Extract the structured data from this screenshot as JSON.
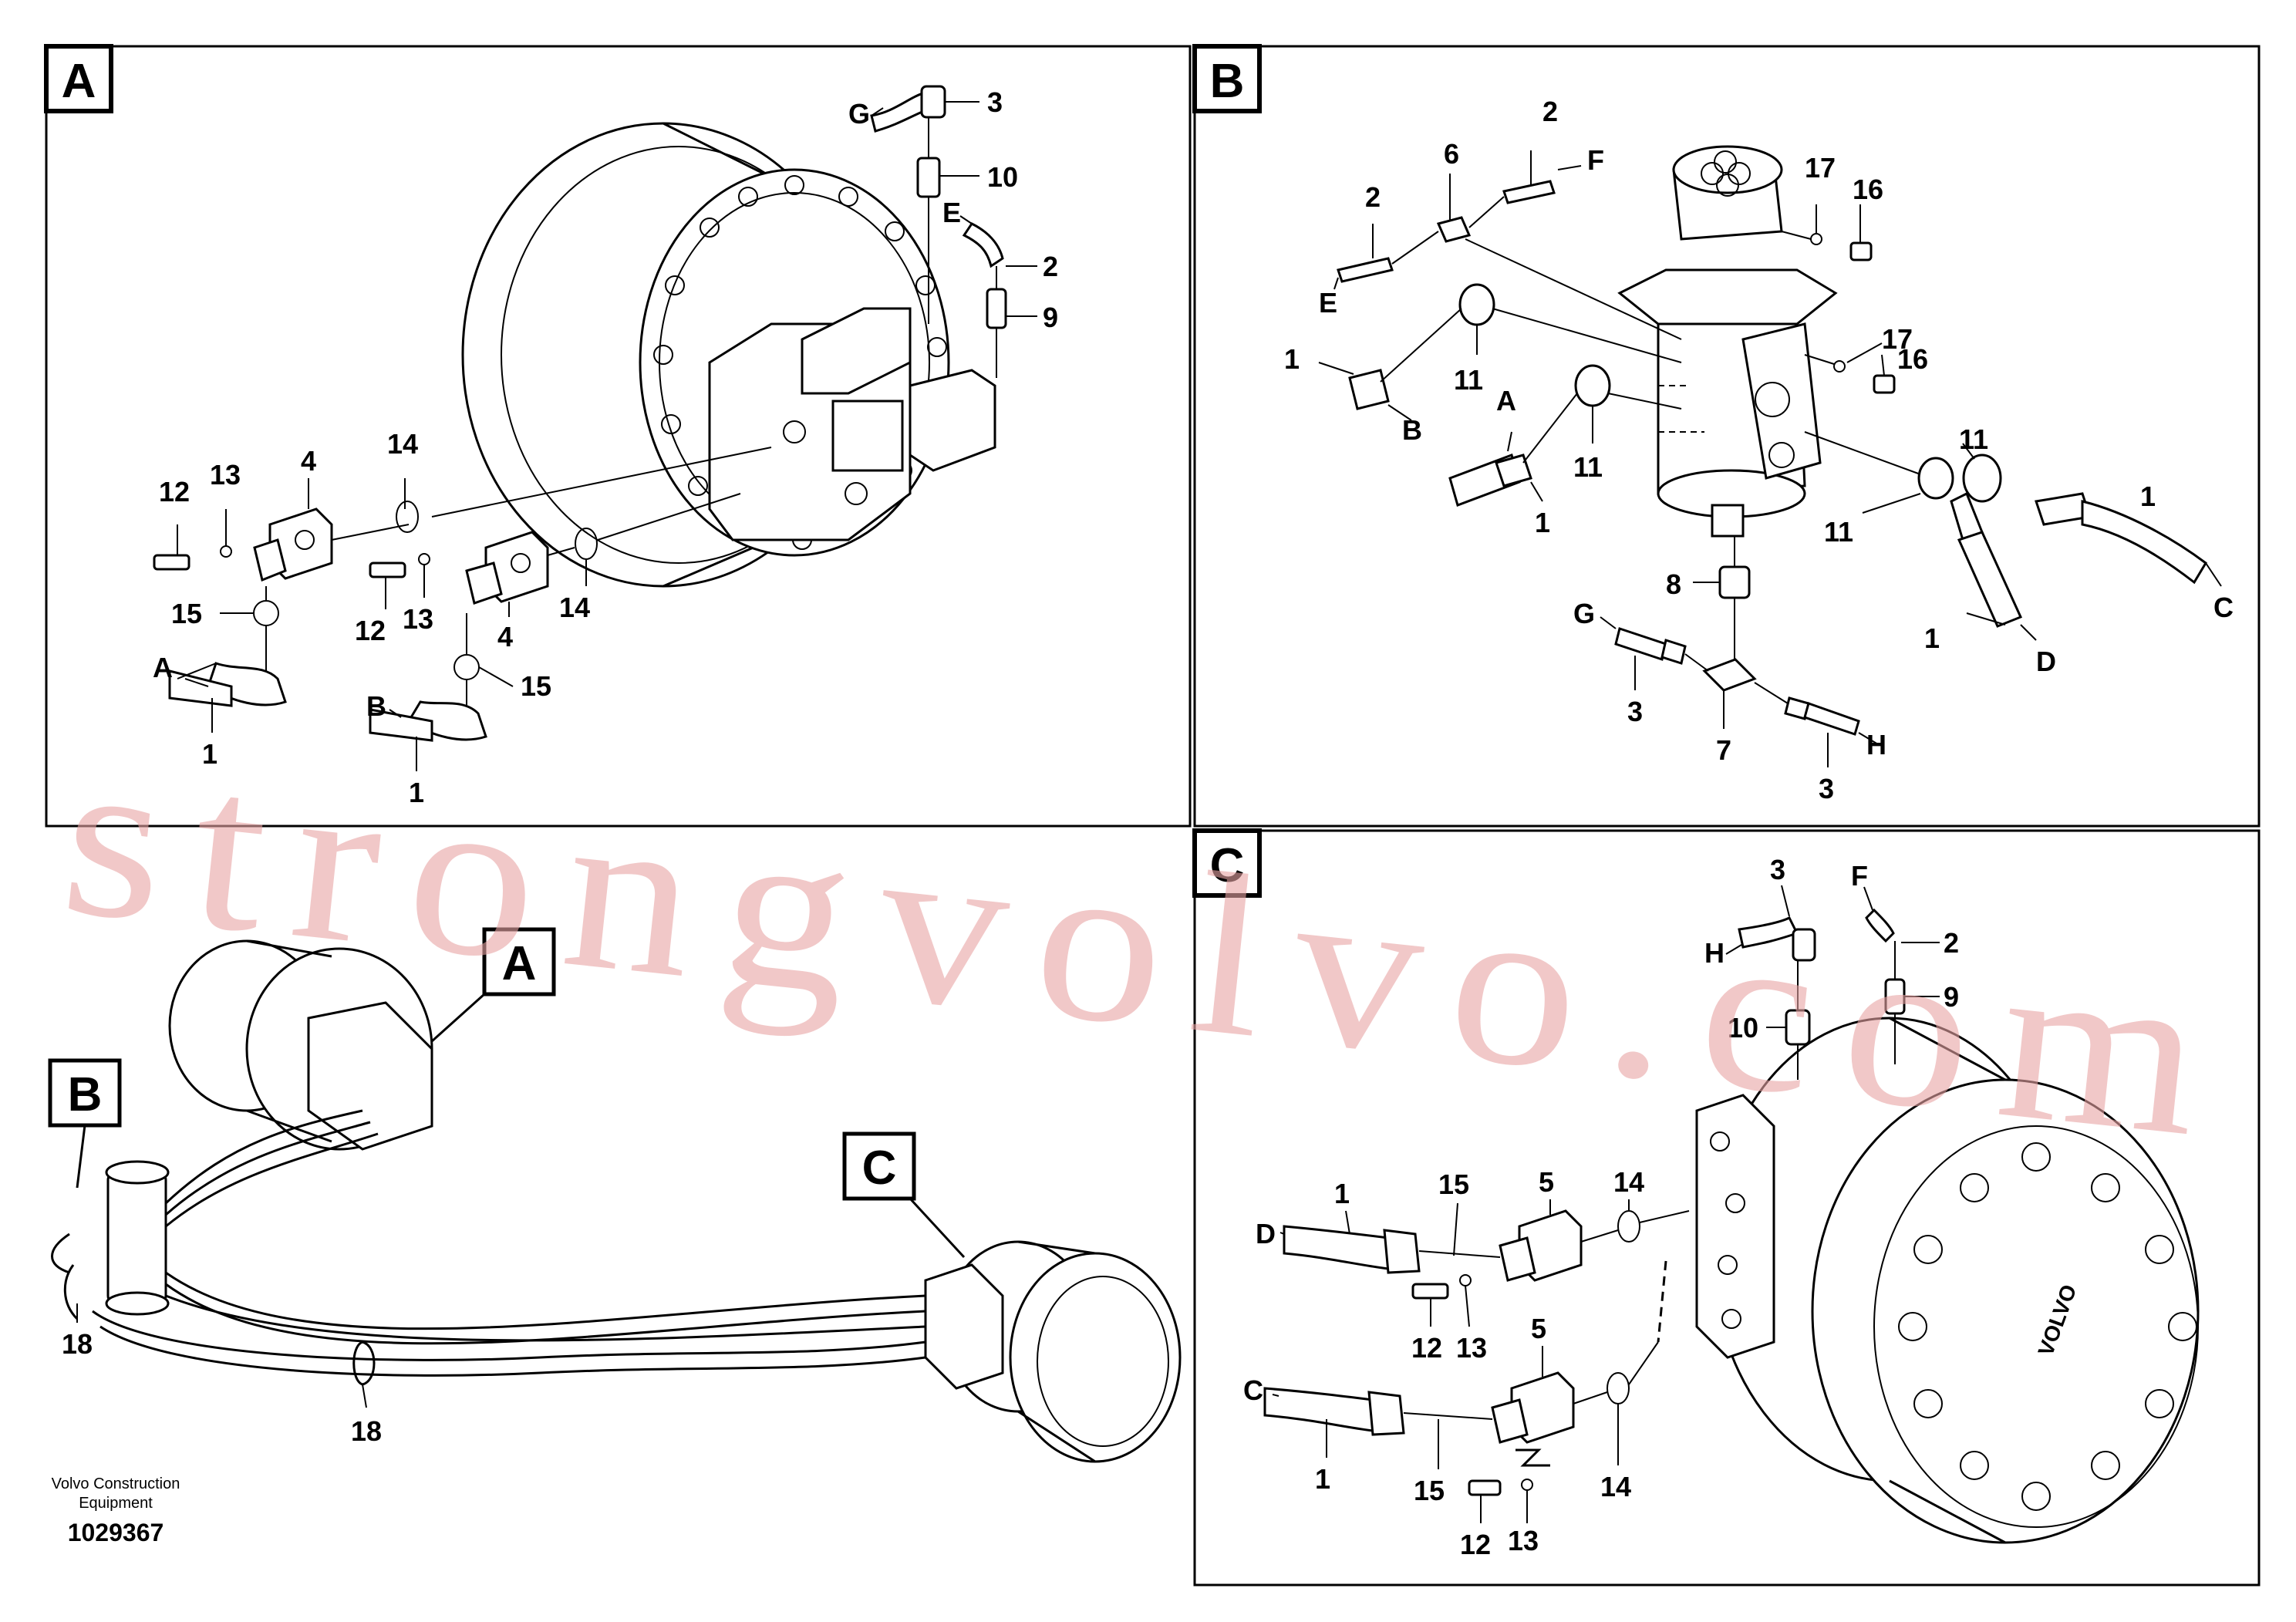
{
  "panels": {
    "A": {
      "letter": "A",
      "labels": {
        "g": "G",
        "n3": "3",
        "n10": "10",
        "e": "E",
        "n2": "2",
        "n9": "9",
        "n4a": "4",
        "n14a": "14",
        "n12a": "12",
        "n13a": "13",
        "n15a": "15",
        "a": "A",
        "n1a": "1",
        "n12b": "12",
        "n13b": "13",
        "n4b": "4",
        "n14b": "14",
        "n15b": "15",
        "b": "B",
        "n1b": "1"
      }
    },
    "B": {
      "letter": "B",
      "labels": {
        "n2a": "2",
        "f": "F",
        "n6": "6",
        "n2b": "2",
        "e": "E",
        "n17a": "17",
        "n16a": "16",
        "n1a": "1",
        "b": "B",
        "n11a": "11",
        "a": "A",
        "n11b": "11",
        "n1b": "1",
        "n17b": "17",
        "n16b": "16",
        "n11c": "11",
        "n1c": "1",
        "c": "C",
        "n11d": "11",
        "n1d": "1",
        "d": "D",
        "n8": "8",
        "g": "G",
        "n3a": "3",
        "n7": "7",
        "n3b": "3",
        "h": "H"
      }
    },
    "C": {
      "letter": "C",
      "labels": {
        "n3": "3",
        "h": "H",
        "f": "F",
        "n2": "2",
        "n10": "10",
        "n9": "9",
        "n1a": "1",
        "n15a": "15",
        "n5a": "5",
        "n14a": "14",
        "d": "D",
        "n12a": "12",
        "n13a": "13",
        "n5b": "5",
        "c": "C",
        "n1b": "1",
        "n15b": "15",
        "n14b": "14",
        "n12b": "12",
        "n13b": "13"
      }
    }
  },
  "overview": {
    "callout_a": "A",
    "callout_b": "B",
    "callout_c": "C",
    "n18a": "18",
    "n18b": "18"
  },
  "footer": {
    "line1": "Volvo Construction",
    "line2": "Equipment",
    "drawing_number": "1029367"
  },
  "watermark": "strongvolvo.com",
  "colors": {
    "line": "#000000",
    "watermark": "#e8a3a3",
    "background": "#ffffff"
  }
}
